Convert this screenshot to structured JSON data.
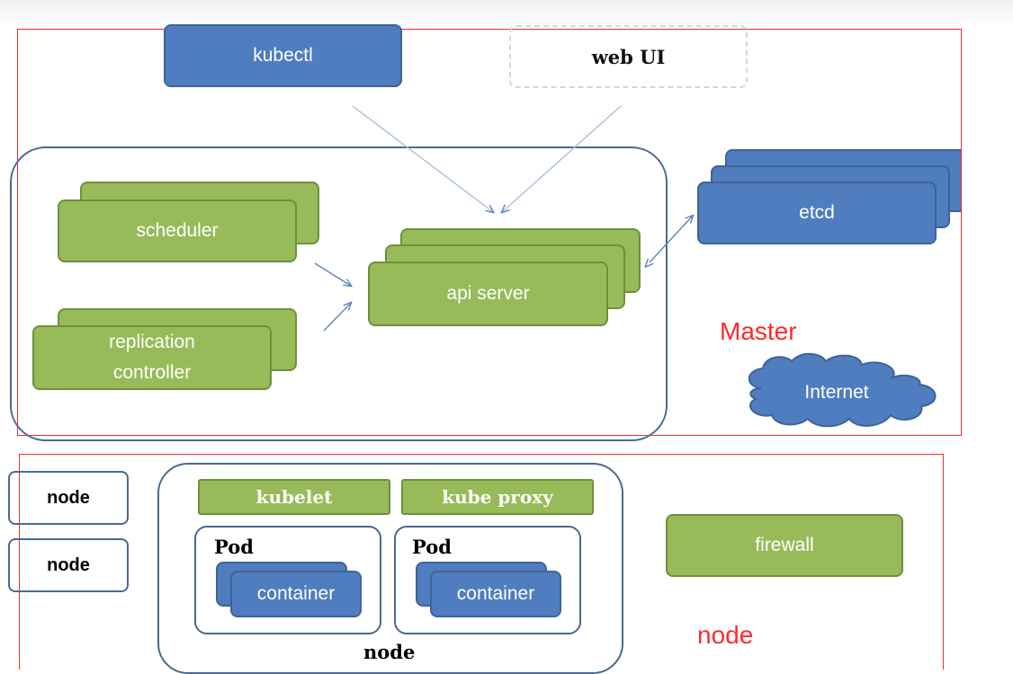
{
  "master": {
    "kubectl": "kubectl",
    "web_ui": "web UI",
    "scheduler": "scheduler",
    "replication_controller_line1": "replication",
    "replication_controller_line2": "controller",
    "api_server": "api server",
    "etcd": "etcd",
    "master_label": "Master",
    "internet": "Internet"
  },
  "nodes": {
    "node_a": "node",
    "node_b": "node",
    "kubelet": "kubelet",
    "kube_proxy": "kube proxy",
    "pod1": "Pod",
    "pod2": "Pod",
    "container1": "container",
    "container2": "container",
    "node_caption": "node",
    "firewall": "firewall",
    "node_label": "node"
  },
  "colors": {
    "blue_fill": "#4f7dbf",
    "green_fill": "#98bb5a",
    "red_outline": "#ff2a2a",
    "navy_outline": "#4a6a8f"
  }
}
